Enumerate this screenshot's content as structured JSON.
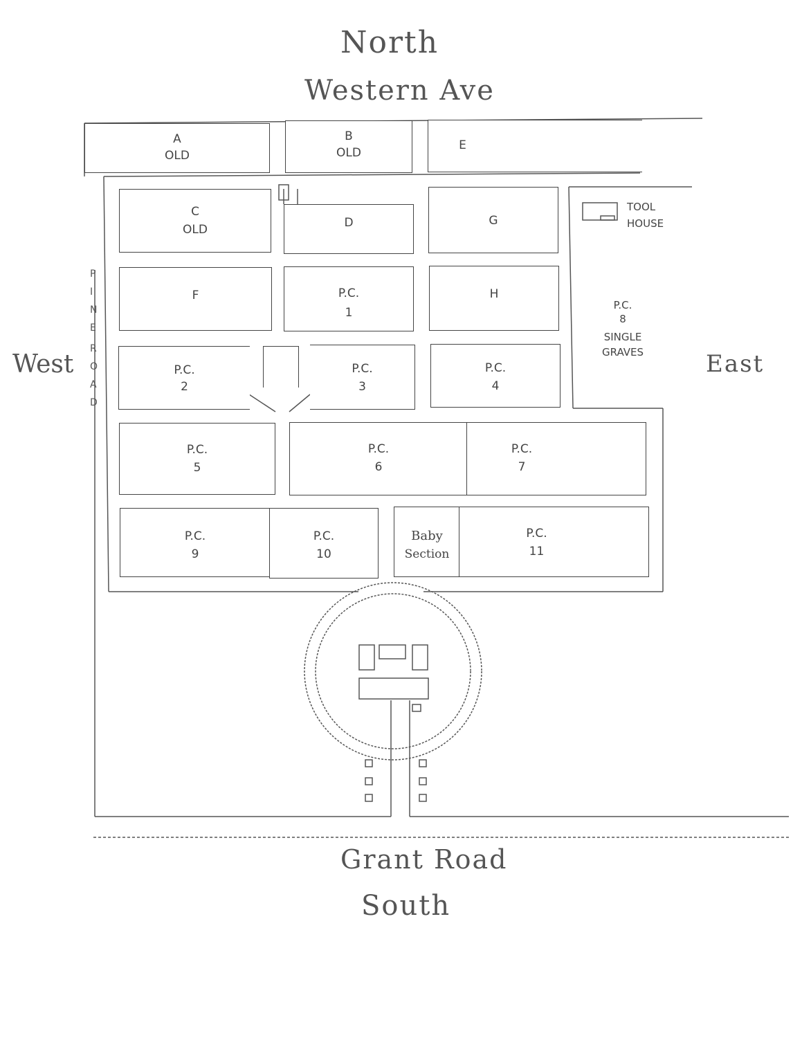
{
  "directions": {
    "north": "North",
    "south": "South",
    "west": "West",
    "east": "East"
  },
  "roads": {
    "north_road": "Western Ave",
    "south_road": "Grant Road",
    "west_road": "PINE ROAD"
  },
  "sections": {
    "a": [
      "A",
      "OLD"
    ],
    "b": [
      "B",
      "OLD"
    ],
    "e": [
      "E"
    ],
    "c": [
      "C",
      "OLD"
    ],
    "d": [
      "D"
    ],
    "g": [
      "G"
    ],
    "f": [
      "F"
    ],
    "pc1": [
      "P.C.",
      "1"
    ],
    "h": [
      "H"
    ],
    "pc2": [
      "P.C.",
      "2"
    ],
    "pc3": [
      "P.C.",
      "3"
    ],
    "pc4": [
      "P.C.",
      "4"
    ],
    "pc5": [
      "P.C.",
      "5"
    ],
    "pc6": [
      "P.C.",
      "6"
    ],
    "pc7": [
      "P.C.",
      "7"
    ],
    "pc9": [
      "P.C.",
      "9"
    ],
    "pc10": [
      "P.C.",
      "10"
    ],
    "baby": [
      "Baby",
      "Section"
    ],
    "pc11": [
      "P.C.",
      "11"
    ],
    "pc8": [
      "P.C.",
      "8",
      "SINGLE",
      "GRAVES"
    ]
  },
  "tool_house": [
    "TOOL",
    "HOUSE"
  ]
}
